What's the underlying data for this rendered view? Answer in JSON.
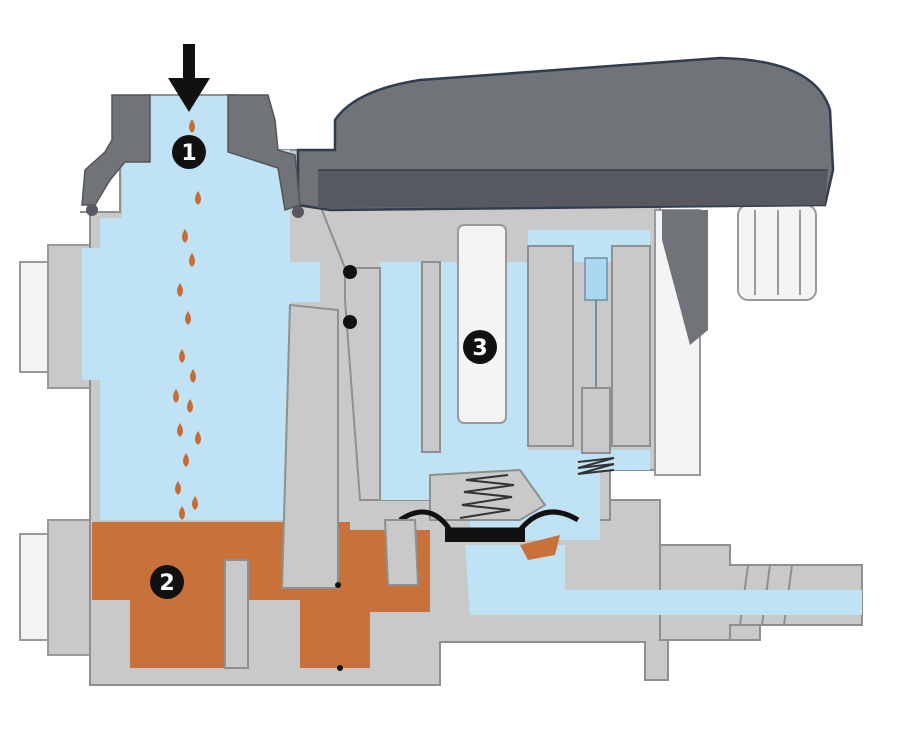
{
  "colors": {
    "water": "#bfe3f5",
    "water_deep": "#a9d8f0",
    "oil": "#c8713a",
    "oil_drop": "#c86a33",
    "housing": "#c9c9c9",
    "housing_dark": "#a7a7a7",
    "outline": "#8f8f8f",
    "cover": "#707378",
    "cover_dark": "#565a60",
    "cover_edge": "#2f3d4f",
    "white_part": "#f4f4f4",
    "badge": "#111111",
    "arrow": "#111111"
  },
  "icons": {
    "inlet": "down-arrow-icon",
    "badge": "numbered-circle-icon",
    "drop": "droplet-icon",
    "spring": "spring-icon"
  },
  "callouts": [
    {
      "label": "1"
    },
    {
      "label": "2"
    },
    {
      "label": "3"
    }
  ]
}
